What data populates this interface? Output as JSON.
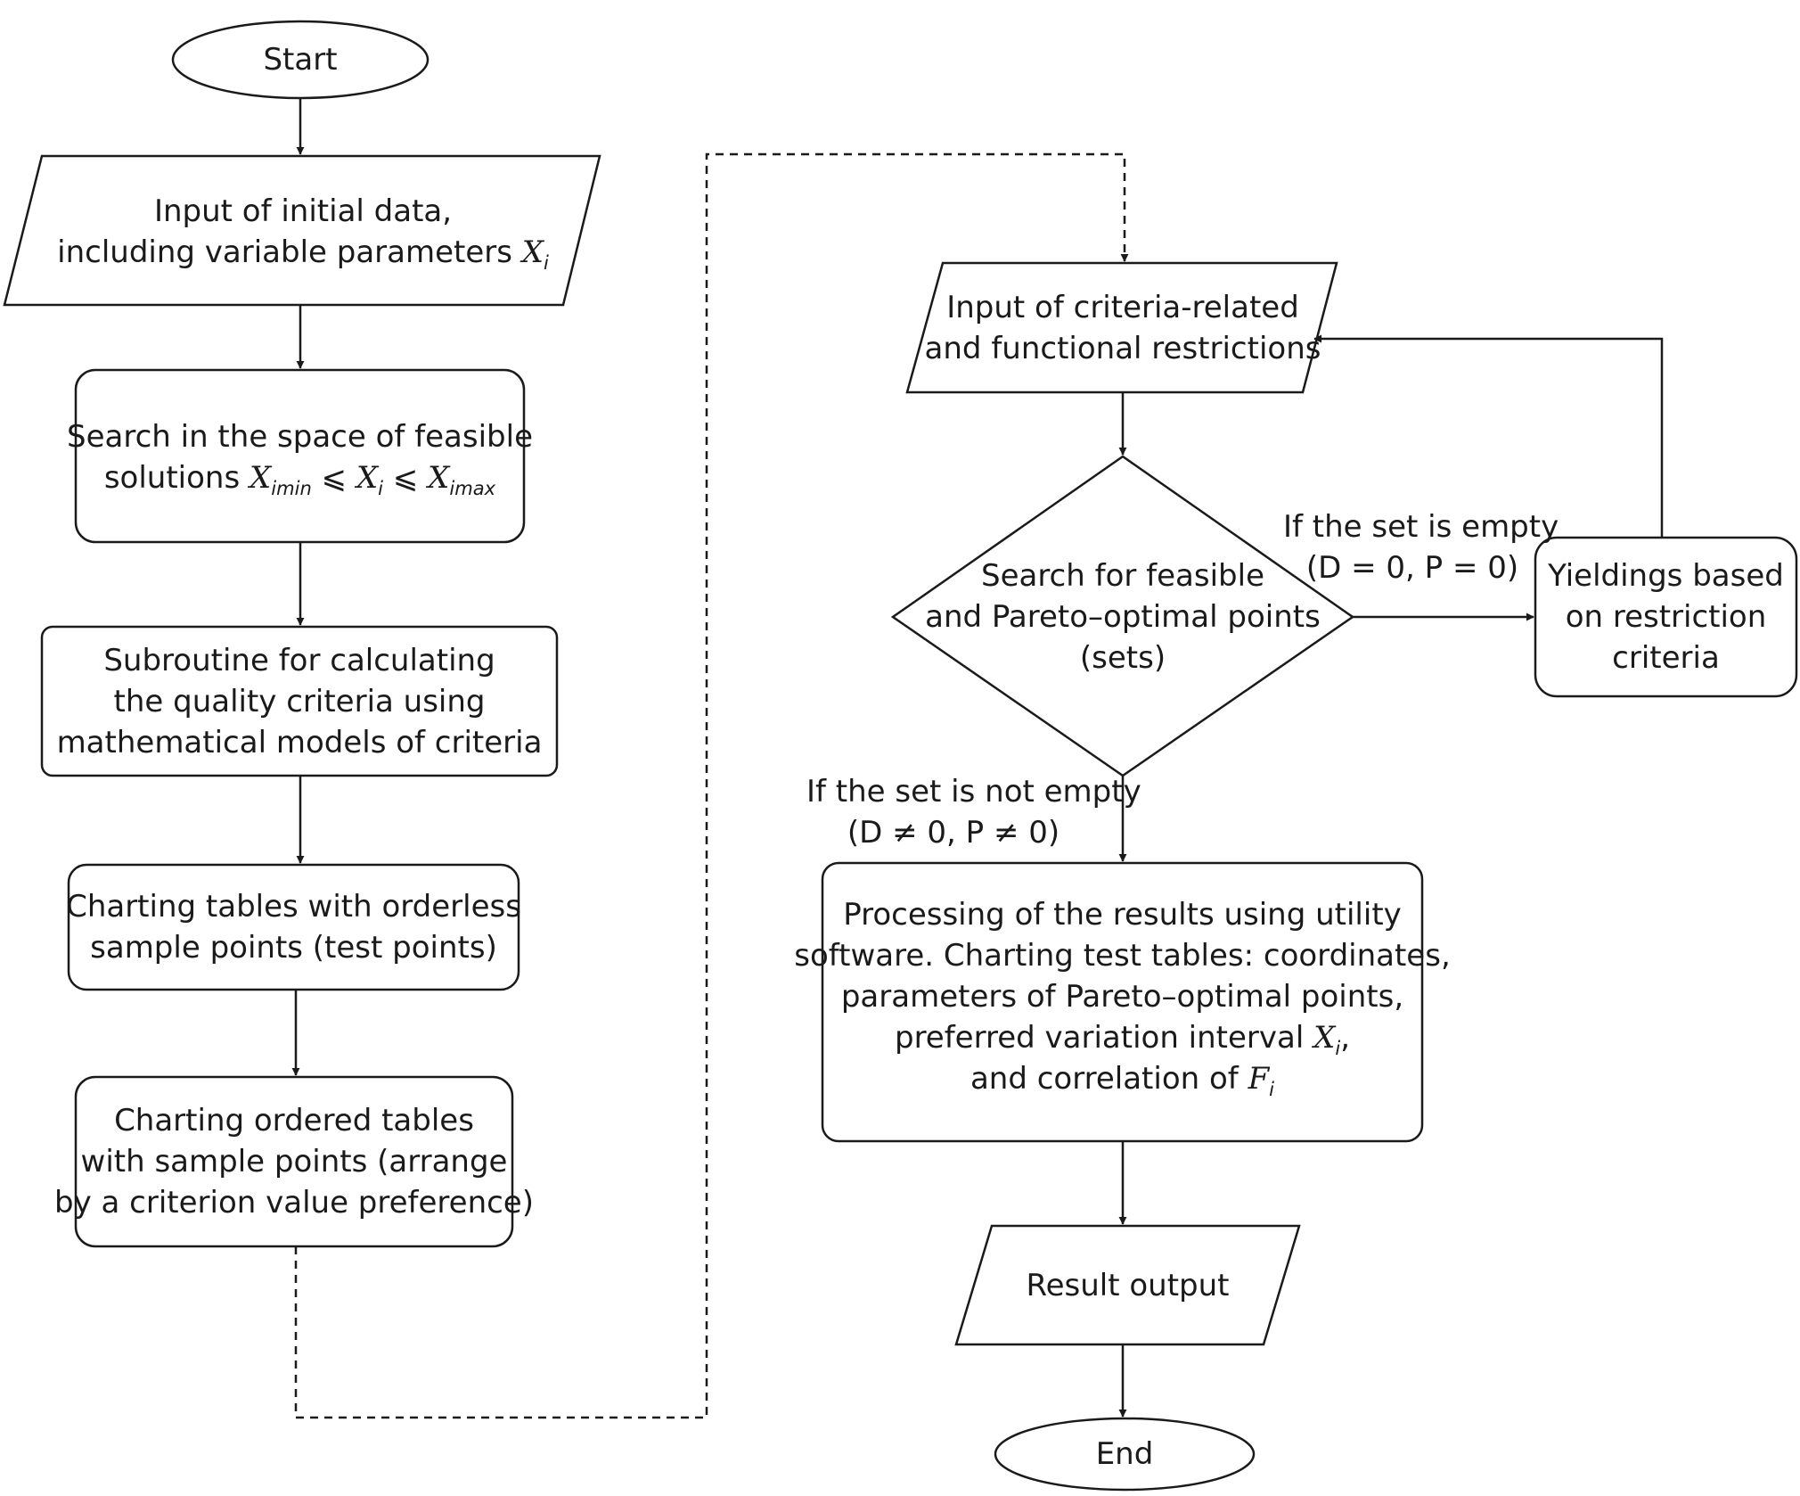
{
  "nodes": {
    "start": {
      "label": "Start"
    },
    "input_initial": {
      "line1": "Input of initial data,",
      "line2_prefix": "including variable parameters ",
      "var": "X",
      "var_sub": "i"
    },
    "search_space": {
      "line1": "Search in the space of feasible",
      "line2_prefix": "solutions ",
      "x1": "X",
      "x1_sub": "imin",
      "op1": " ⩽ ",
      "x2": "X",
      "x2_sub": "i",
      "op2": " ⩽ ",
      "x3": "X",
      "x3_sub": "imax"
    },
    "subroutine": {
      "lines": [
        "Subroutine for calculating",
        "the quality criteria using",
        "mathematical models of criteria"
      ]
    },
    "charting_orderless": {
      "lines": [
        "Charting tables with orderless",
        "sample points (test points)"
      ]
    },
    "charting_ordered": {
      "lines": [
        "Charting ordered tables",
        "with sample points (arrange",
        "by a criterion value preference)"
      ]
    },
    "input_criteria": {
      "lines": [
        "Input of criteria-related",
        "and functional restrictions"
      ]
    },
    "search_feasible": {
      "lines": [
        "Search for feasible",
        "and Pareto–optimal points",
        "(sets)"
      ]
    },
    "yieldings": {
      "lines": [
        "Yieldings based",
        "on restriction",
        "criteria"
      ]
    },
    "processing": {
      "line1": "Processing of the results using utility",
      "line2": "software. Charting test tables: coordinates,",
      "line3": "parameters of Pareto–optimal points,",
      "line4_prefix": "preferred variation interval ",
      "line4_var": "X",
      "line4_sub": "i",
      "line4_suffix": ",",
      "line5_prefix": "and correlation of ",
      "line5_var": "F",
      "line5_sub": "i"
    },
    "result_output": {
      "label": "Result output"
    },
    "end": {
      "label": "End"
    }
  },
  "edge_labels": {
    "empty": {
      "line1": "If the set is empty",
      "line2": "(D = 0, P = 0)"
    },
    "not_empty": {
      "line1": "If the set is not empty",
      "line2": "(D ≠ 0, P ≠ 0)"
    }
  }
}
